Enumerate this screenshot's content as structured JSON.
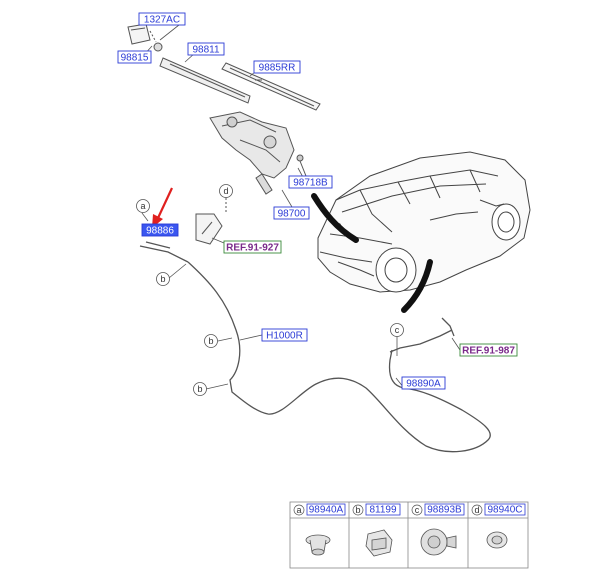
{
  "parts": {
    "p1327ac": "1327AC",
    "p98815": "98815",
    "p98811": "98811",
    "p9885rr": "9885RR",
    "p98718b": "98718B",
    "p98700": "98700",
    "p98886": "98886",
    "h1000r": "H1000R",
    "p98890a": "98890A"
  },
  "references": {
    "ref_left": "REF.91-927",
    "ref_right": "REF.91-987"
  },
  "callouts": {
    "a": "a",
    "b": "b",
    "c": "c",
    "d": "d"
  },
  "legend": [
    {
      "letter": "a",
      "part": "98940A"
    },
    {
      "letter": "b",
      "part": "81199"
    },
    {
      "letter": "c",
      "part": "98893B"
    },
    {
      "letter": "d",
      "part": "98940C"
    }
  ],
  "colors": {
    "label_border": "#2b3bd6",
    "label_highlight": "#3a56f0",
    "ref_text": "#7a2a8a",
    "ref_border": "#3a8a3a",
    "arrow": "#e0201f",
    "line": "#555555"
  }
}
